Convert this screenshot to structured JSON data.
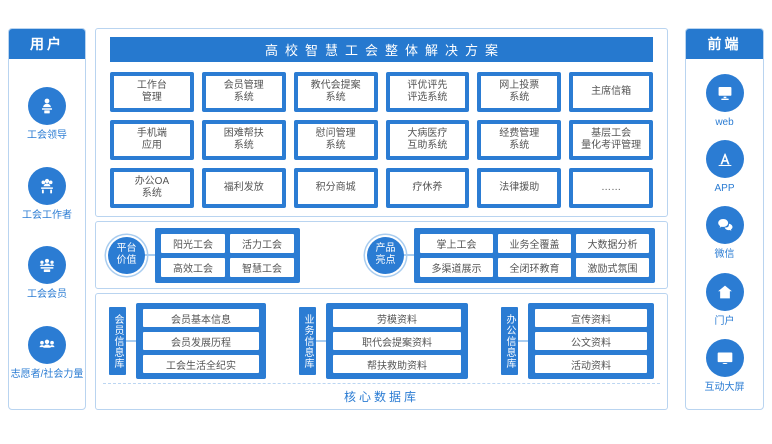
{
  "colors": {
    "primary": "#2b7cd3",
    "header_bar": "#2679cf",
    "panel_border": "#b9d4f0",
    "cell_text": "#555555"
  },
  "left_sidebar": {
    "title": "用户",
    "items": [
      {
        "label": "工会领导",
        "icon": "union-leader-icon"
      },
      {
        "label": "工会工作者",
        "icon": "union-staff-icon"
      },
      {
        "label": "工会会员",
        "icon": "union-member-icon"
      },
      {
        "label": "志愿者/社会力量",
        "icon": "volunteer-icon"
      }
    ]
  },
  "right_sidebar": {
    "title": "前端",
    "items": [
      {
        "label": "web",
        "icon": "web-monitor-icon"
      },
      {
        "label": "APP",
        "icon": "app-icon"
      },
      {
        "label": "微信",
        "icon": "wechat-icon"
      },
      {
        "label": "门户",
        "icon": "portal-home-icon"
      },
      {
        "label": "互动大屏",
        "icon": "big-screen-icon"
      }
    ]
  },
  "main": {
    "title": "高校智慧工会整体解决方案",
    "systems": [
      "工作台\n管理",
      "会员管理\n系统",
      "教代会提案\n系统",
      "评优评先\n评选系统",
      "网上投票\n系统",
      "主席信箱",
      "手机端\n应用",
      "困难帮扶\n系统",
      "慰问管理\n系统",
      "大病医疗\n互助系统",
      "经费管理\n系统",
      "基层工会\n量化考评管理",
      "办公OA\n系统",
      "福利发放",
      "积分商城",
      "疗休养",
      "法律援助",
      "……"
    ],
    "platform_value": {
      "label": "平台\n价值",
      "items": [
        "阳光工会",
        "活力工会",
        "高效工会",
        "智慧工会"
      ]
    },
    "product_highlights": {
      "label": "产品\n亮点",
      "items": [
        "掌上工会",
        "业务全覆盖",
        "大数据分析",
        "多渠道展示",
        "全闭环教育",
        "激励式氛围"
      ]
    },
    "databases": [
      {
        "name": "会员信息库",
        "items": [
          "会员基本信息",
          "会员发展历程",
          "工会生活全纪实"
        ]
      },
      {
        "name": "业务信息库",
        "items": [
          "劳模资料",
          "职代会提案资料",
          "帮扶救助资料"
        ]
      },
      {
        "name": "办公信息库",
        "items": [
          "宣传资料",
          "公文资料",
          "活动资料"
        ]
      }
    ],
    "core_db_label": "核心数据库"
  }
}
